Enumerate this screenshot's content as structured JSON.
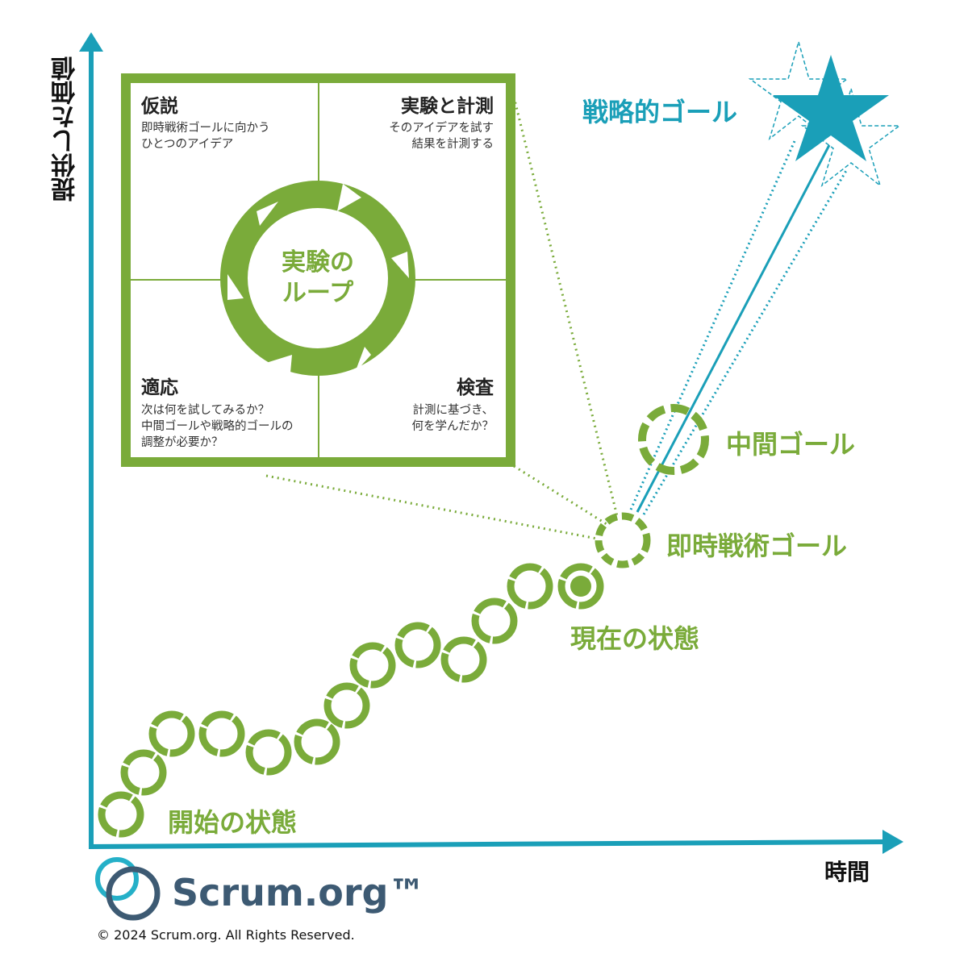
{
  "axes": {
    "y_label": "提供した価値",
    "x_label": "時間"
  },
  "loop_box": {
    "center_label": "実験の\nループ",
    "quadrants": [
      {
        "title": "仮説",
        "text": "即時戦術ゴールに向かう\nひとつのアイデア"
      },
      {
        "title": "実験と計測",
        "text": "そのアイデアを試す\n結果を計測する"
      },
      {
        "title": "適応",
        "text": "次は何を試してみるか？\n中間ゴールや戦略的ゴールの\n調整が必要か？"
      },
      {
        "title": "検査",
        "text": "計測に基づき、\n何を学んだか？"
      }
    ]
  },
  "labels": {
    "strategic_goal": "戦略的ゴール",
    "intermediate_goal": "中間ゴール",
    "immediate_goal": "即時戦術ゴール",
    "current_state": "現在の状態",
    "start_state": "開始の状態"
  },
  "footer": {
    "logo": "Scrum.org™",
    "copyright": "© 2024 Scrum.org. All Rights Reserved."
  },
  "colors": {
    "green": "#7aab3a",
    "teal": "#1a9fb8",
    "logo": "#3d5a73"
  }
}
